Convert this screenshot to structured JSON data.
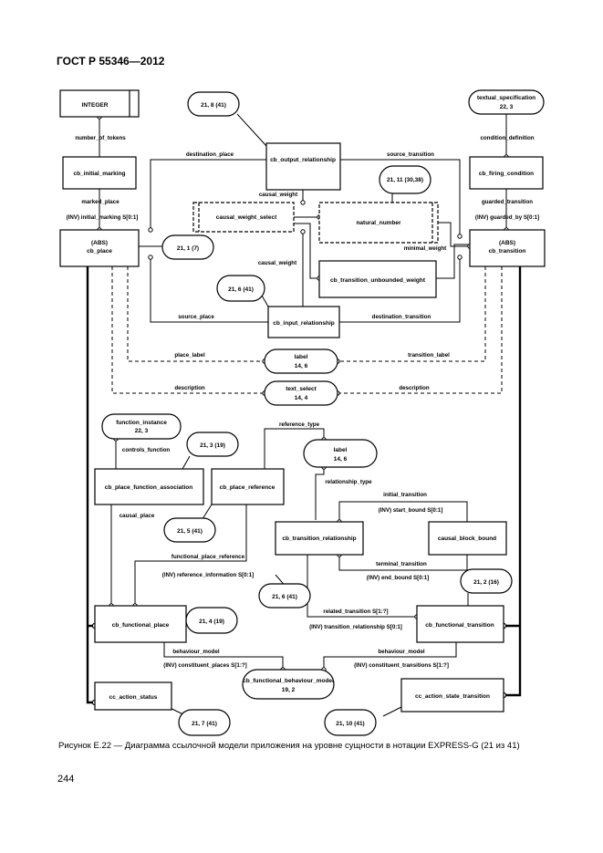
{
  "header": {
    "title": "ГОСТ Р 55346—2012"
  },
  "caption": {
    "text": "Рисунок Е.22 — Диаграмма ссылочной модели приложения на уровне сущности в нотации EXPRESS-G (21 из 41)"
  },
  "page": {
    "number": "244"
  },
  "entities": {
    "integer": "INTEGER",
    "cb_initial_marking": "cb_initial_marking",
    "cb_place_1": "(ABS)",
    "cb_place_2": "cb_place",
    "cb_output_relationship": "cb_output_relationship",
    "causal_weight_select": "causal_weight_select",
    "natural_number": "natural_number",
    "cb_transition_unbounded_weight": "cb_transition_unbounded_weight",
    "cb_input_relationship": "cb_input_relationship",
    "cb_firing_condition": "cb_firing_condition",
    "cb_transition_1": "(ABS)",
    "cb_transition_2": "cb_transition",
    "cb_place_function_association": "cb_place_function_association",
    "cb_place_reference": "cb_place_reference",
    "cb_transition_relationship": "cb_transition_relationship",
    "causal_block_bound": "causal_block_bound",
    "cb_functional_place": "cb_functional_place",
    "cb_functional_transition": "cb_functional_transition",
    "cc_action_status": "cc_action_status",
    "cc_action_state_transition": "cc_action_state_transition"
  },
  "refs": {
    "r_21_8_41": "21, 8 (41)",
    "r_textual_1": "textual_specification",
    "r_textual_2": "22, 3",
    "r_21_11": "21, 11 (30,38)",
    "r_21_1_7": "21, 1 (7)",
    "r_21_6_41": "21, 6 (41)",
    "r_label_1a": "label",
    "r_label_1b": "14, 6",
    "r_text_select_a": "text_select",
    "r_text_select_b": "14, 4",
    "r_function_instance_a": "function_instance",
    "r_function_instance_b": "22, 3",
    "r_21_3_19": "21, 3 (19)",
    "r_label_2a": "label",
    "r_label_2b": "14, 6",
    "r_21_5_41": "21, 5 (41)",
    "r_21_6_41b": "21, 6 (41)",
    "r_21_2_16": "21, 2 (16)",
    "r_21_4_19": "21, 4 (19)",
    "r_functional_behaviour_a": "cb_functional_behaviour_model",
    "r_functional_behaviour_b": "19, 2",
    "r_21_7_41": "21, 7 (41)",
    "r_21_10_41": "21, 10 (41)"
  },
  "labels": {
    "number_of_tokens": "number_of_tokens",
    "marked_place": "marked_place",
    "inv_initial_marking": "(INV) initial_marking S[0:1]",
    "destination_place": "destination_place",
    "source_transition": "source_transition",
    "causal_weight_1": "causal_weight",
    "causal_weight_2": "causal_weight",
    "minimal_weight": "minimal_weight",
    "source_place": "source_place",
    "destination_transition": "destination_transition",
    "place_label": "place_label",
    "transition_label": "transition_label",
    "description_1": "description",
    "description_2": "description",
    "condition_definition": "condition_definition",
    "guarded_transition": "guarded_transition",
    "inv_guarded_by": "(INV) guarded_by S[0:1]",
    "controls_function": "controls_function",
    "reference_type": "reference_type",
    "causal_place": "causal_place",
    "relationship_type": "relationship_type",
    "initial_transition": "initial_transition",
    "inv_start_bound": "(INV) start_bound S[0:1]",
    "terminal_transition": "terminal_transition",
    "inv_end_bound": "(INV) end_bound S[0:1]",
    "functional_place_reference": "functional_place_reference",
    "inv_reference_information": "(INV) reference_information S[0:1]",
    "related_transition": "related_transition S[1:?]",
    "inv_transition_relationship": "(INV) transition_relationship S[0:1]",
    "behaviour_model_1": "behaviour_model",
    "behaviour_model_2": "behaviour_model",
    "inv_constituent_places": "(INV) constituent_places S[1:?]",
    "inv_constituent_transitions": "(INV) constituent_transitions S[1:?]"
  }
}
